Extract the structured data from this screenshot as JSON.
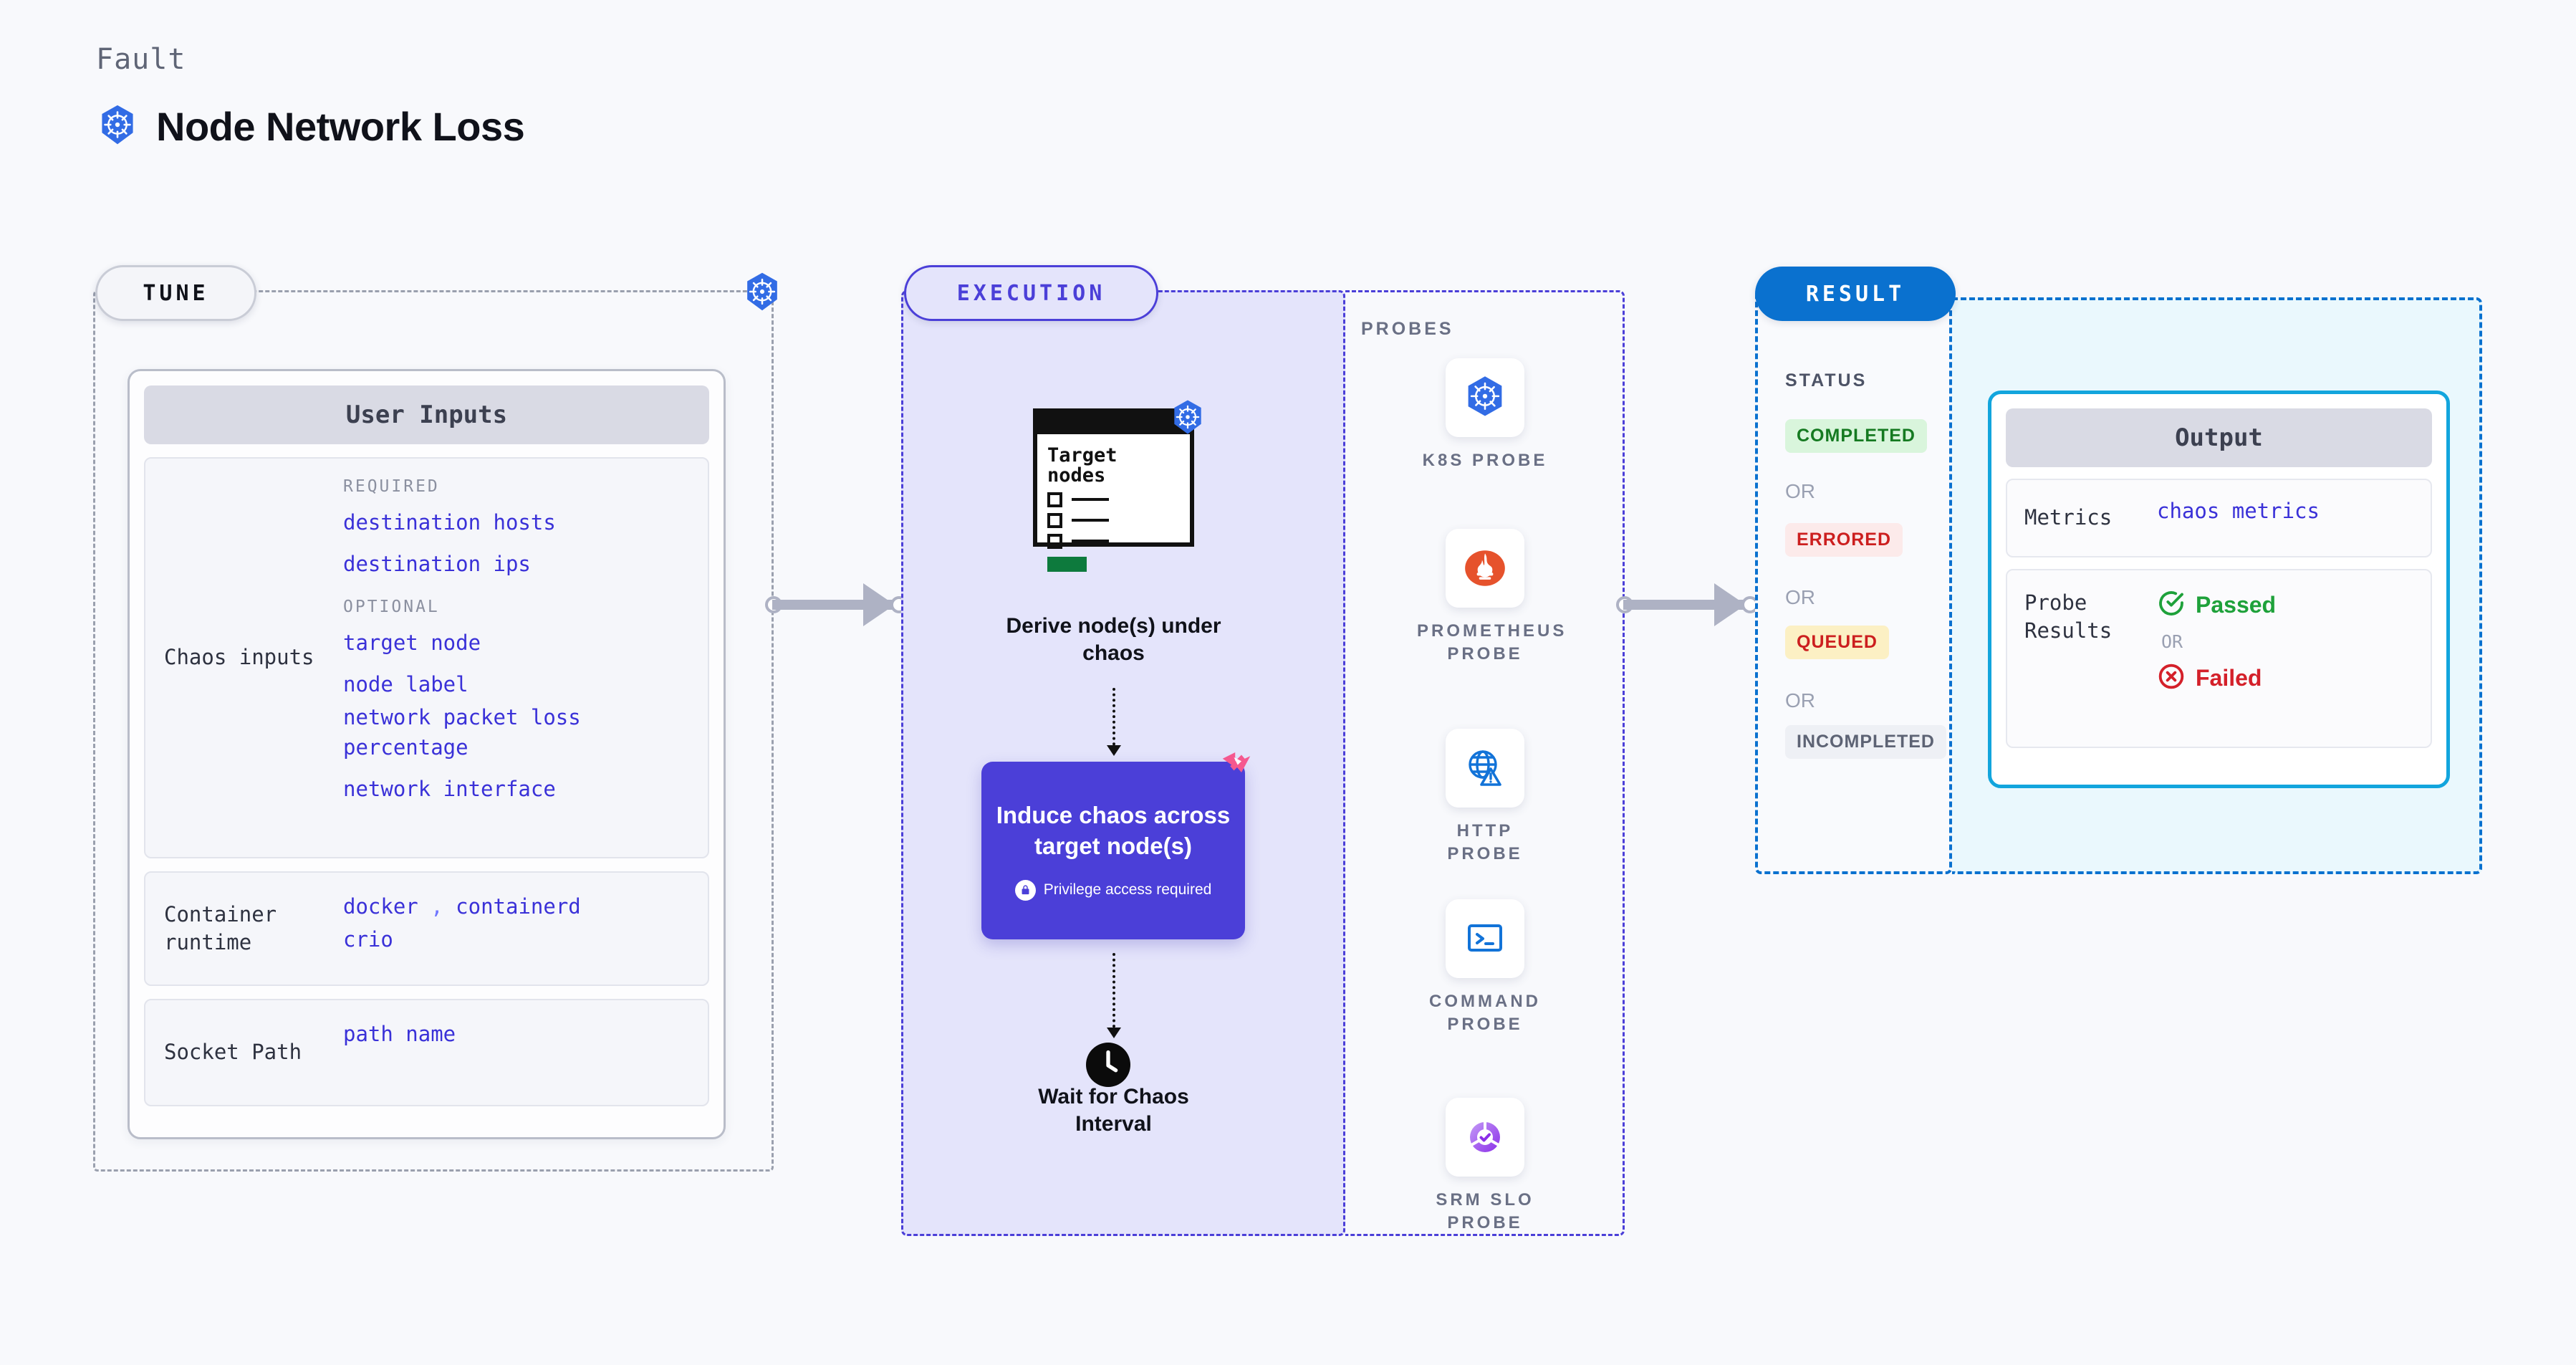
{
  "header": {
    "eyebrow": "Fault",
    "title": "Node Network Loss",
    "icon": "kubernetes-icon"
  },
  "tune": {
    "pill_label": "TUNE",
    "card_title": "User Inputs",
    "rows": [
      {
        "label": "Chaos inputs",
        "groups": [
          {
            "title": "REQUIRED",
            "values": [
              "destination hosts",
              "destination ips"
            ]
          },
          {
            "title": "OPTIONAL",
            "values": [
              "target node",
              "node label",
              "network packet loss percentage",
              "network interface"
            ]
          }
        ]
      },
      {
        "label": "Container runtime",
        "values_line1_a": "docker",
        "values_line1_sep": ",",
        "values_line1_b": "containerd",
        "values_line2": "crio"
      },
      {
        "label": "Socket Path",
        "value": "path name"
      }
    ]
  },
  "execution": {
    "pill_label": "EXECUTION",
    "node_card": {
      "title_line1": "Target",
      "title_line2": "nodes",
      "badge_icon": "kubernetes-icon"
    },
    "step1_label": "Derive node(s) under chaos",
    "chaos_box": {
      "title": "Induce chaos across target node(s)",
      "note": "Privilege access required",
      "note_icon": "lock-icon",
      "corner_icon": "litmus-chaos-icon",
      "color": "#4b3fd8"
    },
    "step3_label": "Wait for Chaos Interval",
    "step3_icon": "clock-icon"
  },
  "probes": {
    "title": "PROBES",
    "items": [
      {
        "name": "K8S PROBE",
        "icon": "kubernetes-icon"
      },
      {
        "name": "PROMETHEUS PROBE",
        "icon": "prometheus-icon"
      },
      {
        "name": "HTTP PROBE",
        "icon": "globe-warning-icon"
      },
      {
        "name": "COMMAND PROBE",
        "icon": "terminal-icon"
      },
      {
        "name": "SRM SLO PROBE",
        "icon": "slo-donut-check-icon"
      }
    ]
  },
  "result": {
    "pill_label": "RESULT",
    "status_title": "STATUS",
    "or_label": "OR",
    "statuses": [
      {
        "label": "COMPLETED",
        "bg": "#d9f5dc",
        "fg": "#157a21"
      },
      {
        "label": "ERRORED",
        "bg": "#fceaea",
        "fg": "#cc1f1f"
      },
      {
        "label": "QUEUED",
        "bg": "#fcf0c4",
        "fg": "#cc1f1f"
      },
      {
        "label": "INCOMPLETED",
        "bg": "#eef0f5",
        "fg": "#5d6374"
      }
    ],
    "output": {
      "title": "Output",
      "metrics_label": "Metrics",
      "metrics_value": "chaos metrics",
      "probe_results_label": "Probe Results",
      "passed_label": "Passed",
      "failed_label": "Failed",
      "or_label": "OR",
      "passed_icon": "check-circle-icon",
      "failed_icon": "x-circle-icon",
      "accent": "#12a5dd"
    }
  }
}
